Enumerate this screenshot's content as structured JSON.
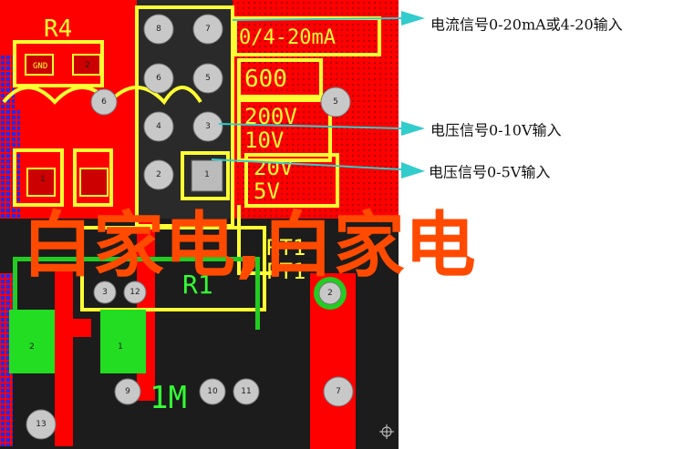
{
  "board": {
    "designators": [
      "R4",
      "R1",
      "1M",
      "GND"
    ],
    "silk_values": [
      "0/4-20mA",
      "600",
      "200V",
      "10V",
      "20V",
      "5V",
      "RT1",
      "PT1"
    ],
    "pads": [
      {
        "n": "8"
      },
      {
        "n": "7"
      },
      {
        "n": "6"
      },
      {
        "n": "5"
      },
      {
        "n": "6"
      },
      {
        "n": "4"
      },
      {
        "n": "3"
      },
      {
        "n": "2"
      },
      {
        "n": "1"
      },
      {
        "n": "5"
      },
      {
        "n": "3"
      },
      {
        "n": "12"
      },
      {
        "n": "2"
      },
      {
        "n": "9"
      },
      {
        "n": "10"
      },
      {
        "n": "11"
      },
      {
        "n": "7"
      },
      {
        "n": "13"
      },
      {
        "n": "1"
      },
      {
        "n": "2"
      },
      {
        "n": "2"
      },
      {
        "n": "1"
      }
    ]
  },
  "annotations": [
    {
      "label": "电流信号0-20mA或4-20输入"
    },
    {
      "label": "电压信号0-10V输入"
    },
    {
      "label": "电压信号0-5V输入"
    }
  ],
  "watermark": "白家电,白家电",
  "colors": {
    "copper_top": "#ff0000",
    "copper_bottom": "#1a2cff",
    "silkscreen": "#ffff33",
    "board_dark": "#1a1a1a",
    "via_green": "#22cc22",
    "arrow": "#33cccc",
    "watermark": "#ff4a00"
  }
}
